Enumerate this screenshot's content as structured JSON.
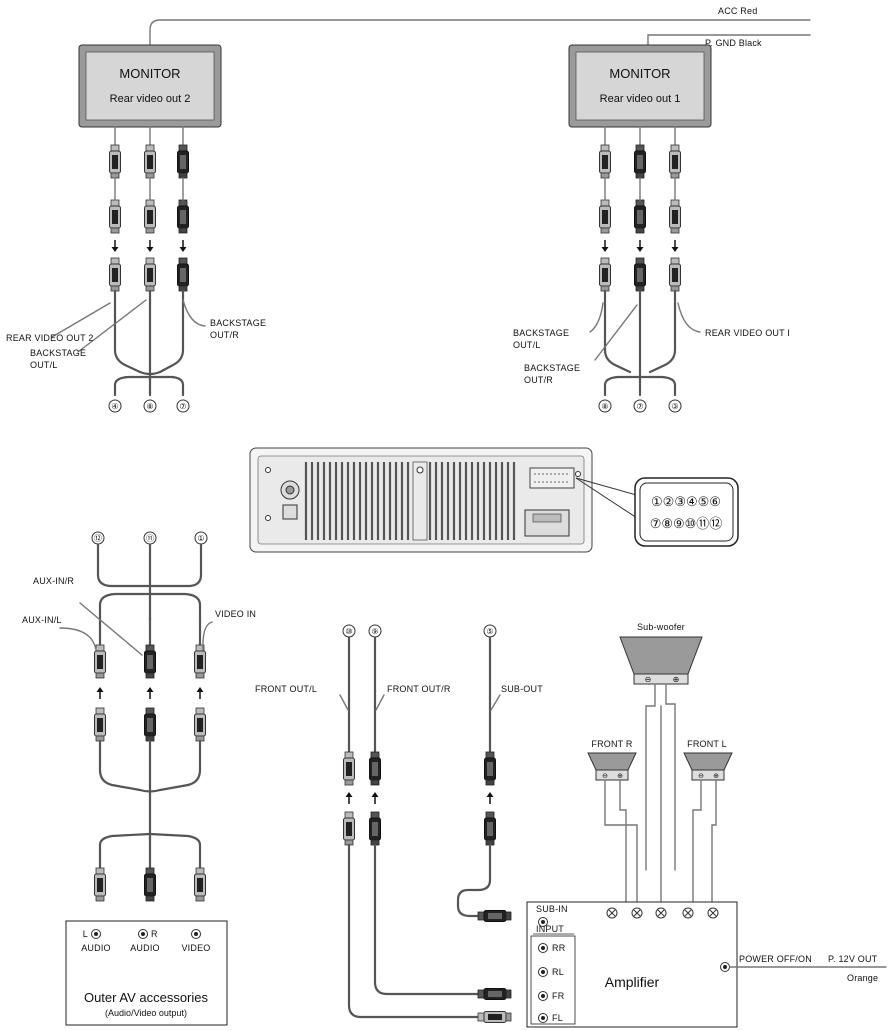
{
  "colors": {
    "line": "#555555",
    "box_fill": "#d6d6d6",
    "plug_dark": "#222222",
    "plug_light": "#bbbbbb"
  },
  "wires": {
    "acc": "ACC  Red",
    "gnd": "P. GND  Black"
  },
  "monitor_left": {
    "title": "MONITOR",
    "subtitle": "Rear video out 2"
  },
  "monitor_right": {
    "title": "MONITOR",
    "subtitle": "Rear video out 1"
  },
  "left_connectors": {
    "rear_video": "REAR VIDEO OUT 2",
    "backstage_l_1": "BACKSTAGE",
    "backstage_l_2": "OUT/L",
    "backstage_r_1": "BACKSTAGE",
    "backstage_r_2": "OUT/R",
    "pins": [
      "④",
      "⑧",
      "⑦"
    ]
  },
  "right_connectors": {
    "backstage_l_1": "BACKSTAGE",
    "backstage_l_2": "OUT/L",
    "backstage_r_1": "BACKSTAGE",
    "backstage_r_2": "OUT/R",
    "rear_video": "REAR VIDEO OUT I",
    "pins": [
      "⑧",
      "⑦",
      "③"
    ]
  },
  "pinout": {
    "row1": "①②③④⑤⑥",
    "row2": "⑦⑧⑨⑩⑪⑫"
  },
  "aux": {
    "pins": [
      "⑫",
      "⑪",
      "①"
    ],
    "aux_r": "AUX-IN/R",
    "aux_l": "AUX-IN/L",
    "video_in": "VIDEO IN"
  },
  "outer_av": {
    "l": "L",
    "r": "R",
    "audio_l": "AUDIO",
    "audio_r": "AUDIO",
    "video": "VIDEO",
    "title": "Outer AV accessories",
    "subtitle": "(Audio/Video output)"
  },
  "front_outputs": {
    "pins": [
      "⑩",
      "⑨",
      "⑤"
    ],
    "front_l": "FRONT OUT/L",
    "front_r": "FRONT OUT/R",
    "sub_out": "SUB-OUT"
  },
  "speakers": {
    "sub": "Sub-woofer",
    "front_r": "FRONT R",
    "front_l": "FRONT L"
  },
  "amplifier": {
    "title": "Amplifier",
    "sub_in": "SUB-IN",
    "input": "INPUT",
    "inputs": [
      "RR",
      "RL",
      "FR",
      "FL"
    ],
    "power": "POWER OFF/ON",
    "p12v": "P. 12V OUT",
    "orange": "Orange"
  }
}
